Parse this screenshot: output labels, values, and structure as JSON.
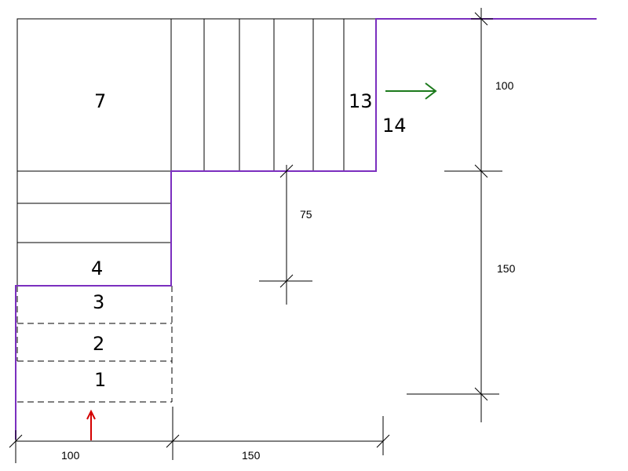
{
  "diagram": {
    "dimensions": {
      "width_left": "100",
      "width_right": "150",
      "height_upper": "100",
      "height_lower": "150",
      "landing_depth": "75"
    },
    "step_labels": {
      "step_1": "1",
      "step_2": "2",
      "step_3": "3",
      "step_4": "4",
      "step_7": "7",
      "step_13": "13",
      "step_14": "14"
    },
    "colors": {
      "outline": "#000000",
      "walk_line": "#7b2fbf",
      "up_arrow": "#d40000",
      "exit_arrow": "#1c7a1c"
    }
  }
}
